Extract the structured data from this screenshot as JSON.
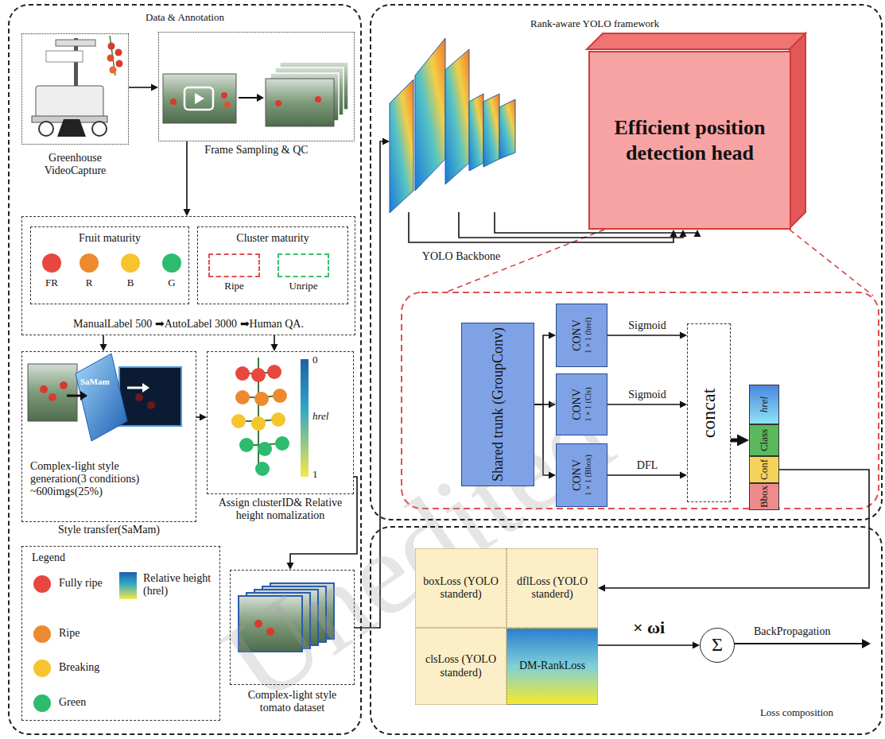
{
  "diagram": {
    "nodes": [
      {
        "text": [
          "Data & Annotation"
        ]
      },
      {
        "text": [
          "Greenhouse VideoCapture"
        ],
        "in": 0
      },
      {
        "text": [
          "Frame Sampling & QC"
        ],
        "in": 0
      },
      {
        "text": [
          "ManualLabel 500 ➡AutoLabel 3000 ➡Human QA."
        ],
        "in": 0
      },
      {
        "text": [
          "Fruit maturity"
        ],
        "in": 3
      },
      {
        "text": [
          "FR"
        ],
        "in": 4
      },
      {
        "text": [
          "R"
        ],
        "in": 4
      },
      {
        "text": [
          "B"
        ],
        "in": 4
      },
      {
        "text": [
          "G"
        ],
        "in": 4
      },
      {
        "text": [
          "Cluster maturity"
        ],
        "in": 3
      },
      {
        "text": [
          "Ripe"
        ],
        "in": 9
      },
      {
        "text": [
          "Unripe"
        ],
        "in": 9
      },
      {
        "text": [
          "Complex-light style generation(3 conditions) ~600imgs(25%)",
          "Style transfer(SaMam)"
        ],
        "in": 0
      },
      {
        "text": [
          "Assign clusterID& Relative height nomalization"
        ],
        "in": 0
      },
      {
        "text": [
          "Legend"
        ],
        "in": 0
      },
      {
        "text": [
          "Complex-light style tomato dataset"
        ],
        "in": 0
      },
      {
        "text": [
          "Rank-aware YOLO framework"
        ]
      },
      {
        "text": [
          "YOLO Backbone"
        ],
        "in": 16
      },
      {
        "text": [
          "Efficient position detection head"
        ],
        "in": 16
      },
      {
        "text": [
          "Shared trunk (GroupConv)"
        ],
        "in": 16
      },
      {
        "text": [
          "CONV",
          "1 × 1 (hrel)"
        ],
        "in": 16
      },
      {
        "text": [
          "CONV",
          "1 × 1 (Cls)"
        ],
        "in": 16
      },
      {
        "text": [
          "CONV",
          "1 × 1 (Bbox)"
        ],
        "in": 16
      },
      {
        "text": [
          "concat"
        ],
        "in": 16
      },
      {
        "text": [
          "hrel"
        ],
        "in": 16
      },
      {
        "text": [
          "Class"
        ],
        "in": 16
      },
      {
        "text": [
          "Conf"
        ],
        "in": 16
      },
      {
        "text": [
          "Bbox"
        ],
        "in": 16
      },
      {
        "text": [
          "Loss composition"
        ]
      },
      {
        "text": [
          "boxLoss (YOLO standerd)"
        ],
        "in": 28
      },
      {
        "text": [
          "dflLoss (YOLO standerd)"
        ],
        "in": 28
      },
      {
        "text": [
          "clsLoss (YOLO standerd)"
        ],
        "in": 28
      },
      {
        "text": [
          "DM-RankLoss"
        ],
        "in": 28
      },
      {
        "text": [
          "Σ"
        ],
        "in": 28
      }
    ],
    "edges": [
      {
        "from": 1,
        "to": 2,
        "arrow": "to"
      },
      {
        "from": 2,
        "to": 3,
        "arrow": "to"
      },
      {
        "from": 3,
        "to": 12,
        "arrow": "to"
      },
      {
        "from": 3,
        "to": 13,
        "arrow": "to"
      },
      {
        "from": 12,
        "to": 13,
        "arrow": "to"
      },
      {
        "from": 13,
        "to": 15,
        "arrow": "to"
      },
      {
        "from": 15,
        "to": 17,
        "arrow": "to"
      },
      {
        "from": 17,
        "to": 18,
        "arrow": "to"
      },
      {
        "from": 19,
        "to": 20,
        "arrow": "to"
      },
      {
        "from": 19,
        "to": 21,
        "arrow": "to"
      },
      {
        "from": 19,
        "to": 22,
        "arrow": "to"
      },
      {
        "from": 20,
        "to": 23,
        "label": "Sigmoid",
        "arrow": "to"
      },
      {
        "from": 21,
        "to": 23,
        "label": "Sigmoid",
        "arrow": "to"
      },
      {
        "from": 22,
        "to": 23,
        "label": "DFL",
        "arrow": "to"
      },
      {
        "from": 23,
        "to": 25,
        "arrow": "to"
      },
      {
        "from": 26,
        "to": 30,
        "arrow": "to"
      },
      {
        "from": 32,
        "to": 33,
        "label": "× ωi",
        "arrow": "to"
      }
    ],
    "labels": [
      "SaMam",
      "0",
      "hrel",
      "1",
      "BackPropagation",
      "Unedited"
    ],
    "legend": [
      {
        "text": "Fully ripe",
        "color": "#e8473e"
      },
      {
        "text": "Ripe",
        "color": "#ec8a2e"
      },
      {
        "text": "Breaking",
        "color": "#f6c42d"
      },
      {
        "text": "Green",
        "color": "#2dbb6e"
      },
      {
        "text": "Relative height (hrel)"
      }
    ]
  }
}
